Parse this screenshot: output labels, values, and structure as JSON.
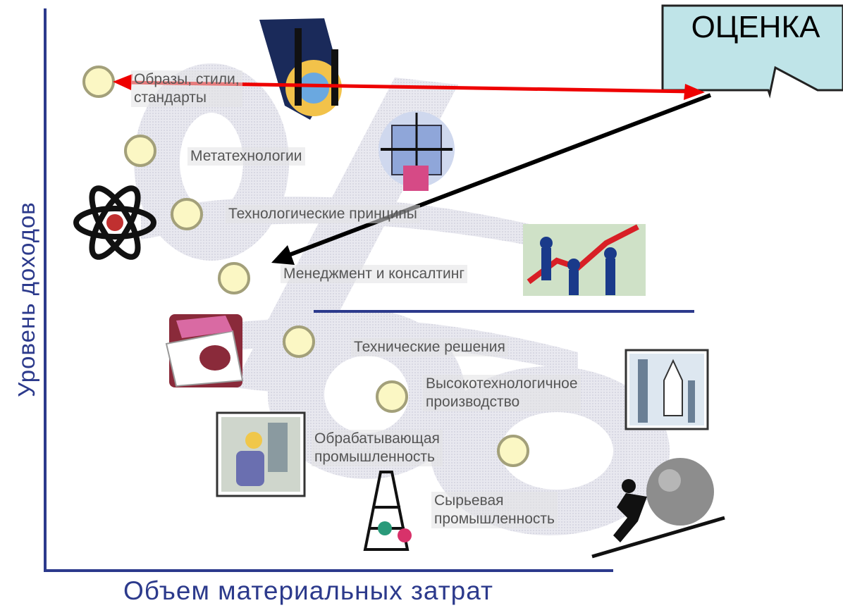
{
  "axes": {
    "y_label": "Уровень доходов",
    "x_label": "Объем материальных затрат"
  },
  "callout": {
    "text": "ОЦЕНКА"
  },
  "levels": [
    {
      "label": [
        "Образы, стили,",
        "стандарты"
      ]
    },
    {
      "label": [
        "Метатехнологии"
      ]
    },
    {
      "label": [
        "Технологические принципы"
      ]
    },
    {
      "label": [
        "Менеджмент и консалтинг"
      ]
    },
    {
      "label": [
        "Технические решения"
      ]
    },
    {
      "label": [
        "Высокотехнологичное",
        "производство"
      ]
    },
    {
      "label": [
        "Обрабатывающая",
        "промышленность"
      ]
    },
    {
      "label": [
        "Сырьевая",
        "промышленность"
      ]
    }
  ],
  "pictures": [
    {
      "icon": "people-cutout-icon"
    },
    {
      "icon": "globe-grid-icon"
    },
    {
      "icon": "atom-icon"
    },
    {
      "icon": "growth-chart-people-icon"
    },
    {
      "icon": "documents-icon"
    },
    {
      "icon": "rocket-launch-icon"
    },
    {
      "icon": "factory-worker-icon"
    },
    {
      "icon": "oil-rig-workers-icon"
    },
    {
      "icon": "sisyphus-boulder-icon"
    }
  ],
  "colors": {
    "axis": "#2c3a8c",
    "divider": "#2c3a8c",
    "dot_fill": "#fbf7c4",
    "dot_stroke": "#a3a07a",
    "red_arrow": "#ee0000",
    "black_arrow": "#000000",
    "callout_fill": "#bfe4e8",
    "background_shape": "#dcdce6"
  }
}
